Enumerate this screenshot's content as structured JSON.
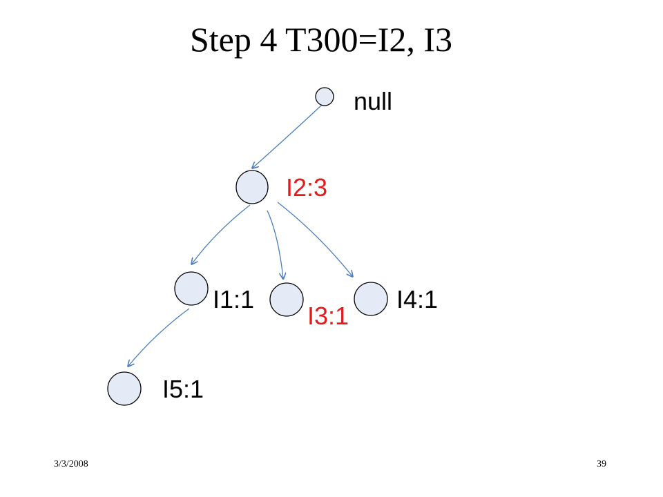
{
  "slide": {
    "title": "Step 4 T300=I2, I3",
    "footer_date": "3/3/2008",
    "page_number": "39"
  },
  "colors": {
    "node_fill": "#e4ebf7",
    "node_stroke": "#000000",
    "arrow": "#4a7cc0",
    "highlight_text": "#e31b1b",
    "normal_text": "#000000"
  },
  "nodes": [
    {
      "id": "root",
      "label": "null",
      "highlight": false
    },
    {
      "id": "i2",
      "label": "I2:3",
      "highlight": true
    },
    {
      "id": "i1",
      "label": "I1:1",
      "highlight": false
    },
    {
      "id": "i3",
      "label": "I3:1",
      "highlight": true
    },
    {
      "id": "i4",
      "label": "I4:1",
      "highlight": false
    },
    {
      "id": "i5",
      "label": "I5:1",
      "highlight": false
    }
  ],
  "edges": [
    {
      "from": "root",
      "to": "i2"
    },
    {
      "from": "i2",
      "to": "i1"
    },
    {
      "from": "i2",
      "to": "i3"
    },
    {
      "from": "i2",
      "to": "i4"
    },
    {
      "from": "i1",
      "to": "i5"
    }
  ]
}
